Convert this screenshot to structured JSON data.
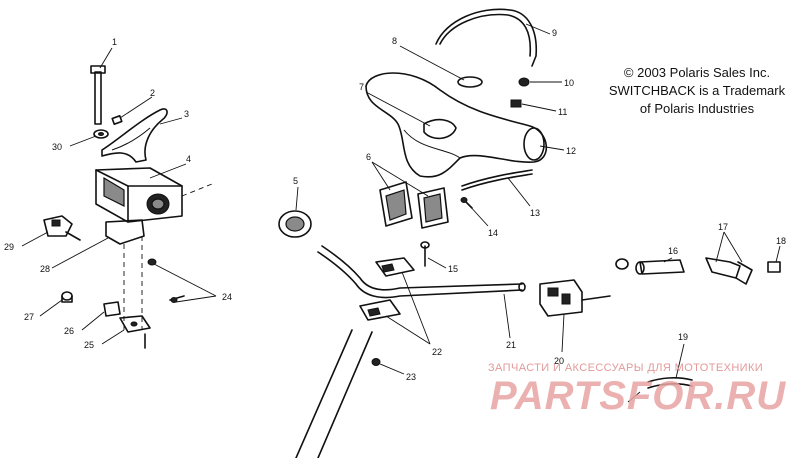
{
  "notice": {
    "line1": "© 2003 Polaris Sales Inc.",
    "line2": "SWITCHBACK is a Trademark",
    "line3": "of Polaris Industries"
  },
  "watermark": {
    "caption": "ЗАПЧАСТИ И АКСЕССУАРЫ ДЛЯ МОТОТЕХНИКИ",
    "logo": "PARTSFOR.RU",
    "color": "#e39a9a"
  },
  "callouts": {
    "c1": "1",
    "c2": "2",
    "c3": "3",
    "c4": "4",
    "c5": "5",
    "c6": "6",
    "c7": "7",
    "c8": "8",
    "c9": "9",
    "c10": "10",
    "c11": "11",
    "c12": "12",
    "c13": "13",
    "c14": "14",
    "c15": "15",
    "c16": "16",
    "c17": "17",
    "c18": "18",
    "c19": "19",
    "c20": "20",
    "c21": "21",
    "c22": "22",
    "c23": "23",
    "c24": "24",
    "c25": "25",
    "c26": "26",
    "c27": "27",
    "c28": "28",
    "c29": "29",
    "c30": "30"
  }
}
